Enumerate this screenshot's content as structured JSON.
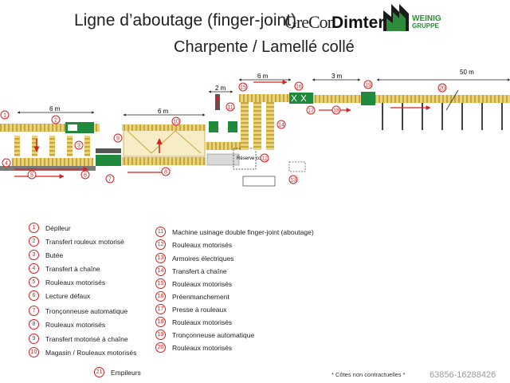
{
  "header": {
    "title": "Ligne d’aboutage (finger-joint)",
    "subtitle": "Charpente / Lamellé collé",
    "brand1": "GreCon",
    "brand2": "Dimter",
    "brand3_line1": "WEINIG",
    "brand3_line2": "GRUPPE"
  },
  "diagram": {
    "dims": [
      "6 m",
      "6 m",
      "2 m",
      "6 m",
      "3 m",
      "50 m"
    ],
    "reserve_label": "Réserve colle",
    "callouts": [
      "1",
      "2",
      "3",
      "4",
      "5",
      "6",
      "7",
      "8",
      "9",
      "10",
      "11",
      "12",
      "13",
      "14",
      "15",
      "16",
      "17",
      "18",
      "19",
      "20"
    ]
  },
  "legend": {
    "col1": [
      {
        "num": "1",
        "label": "Dépileur"
      },
      {
        "num": "2",
        "label": "Transfert rouleux motorisé"
      },
      {
        "num": "3",
        "label": "Butée"
      },
      {
        "num": "4",
        "label": "Transfert à chaîne"
      },
      {
        "num": "5",
        "label": "Rouleaux motorisés"
      },
      {
        "num": "6",
        "label": "Lecture défaux"
      },
      {
        "num": "7",
        "label": "Tronçonneuse automatique"
      },
      {
        "num": "8",
        "label": "Rouleaux motorisés"
      },
      {
        "num": "9",
        "label": "Transfert motorisé à chaîne"
      },
      {
        "num": "10",
        "label": "Magasin / Rouleaux motorisés"
      }
    ],
    "col2": [
      {
        "num": "11",
        "label": "Machine usinage double finger-joint (aboutage)"
      },
      {
        "num": "12",
        "label": "Rouleaux motorisés"
      },
      {
        "num": "13",
        "label": "Armoires électriques"
      },
      {
        "num": "14",
        "label": "Transfert à chaîne"
      },
      {
        "num": "15",
        "label": "Rouleaux motorisés"
      },
      {
        "num": "16",
        "label": "Préenmanchement"
      },
      {
        "num": "17",
        "label": "Presse à rouleaux"
      },
      {
        "num": "18",
        "label": "Rouleaux motorisés"
      },
      {
        "num": "19",
        "label": "Tronçonneuse automatique"
      },
      {
        "num": "20",
        "label": "Rouleaux motorisés"
      }
    ],
    "extra": {
      "num": "21",
      "label": "Empileurs"
    }
  },
  "footer": {
    "note": "* Côtes non contractuelles *",
    "watermark": "63856-16288426"
  },
  "colors": {
    "conveyor": "#e8d27a",
    "conveyor_slat": "#c9a63a",
    "machine_green": "#1f8a3c",
    "callout_red": "#cc2222",
    "arrow_red": "#d62020"
  }
}
